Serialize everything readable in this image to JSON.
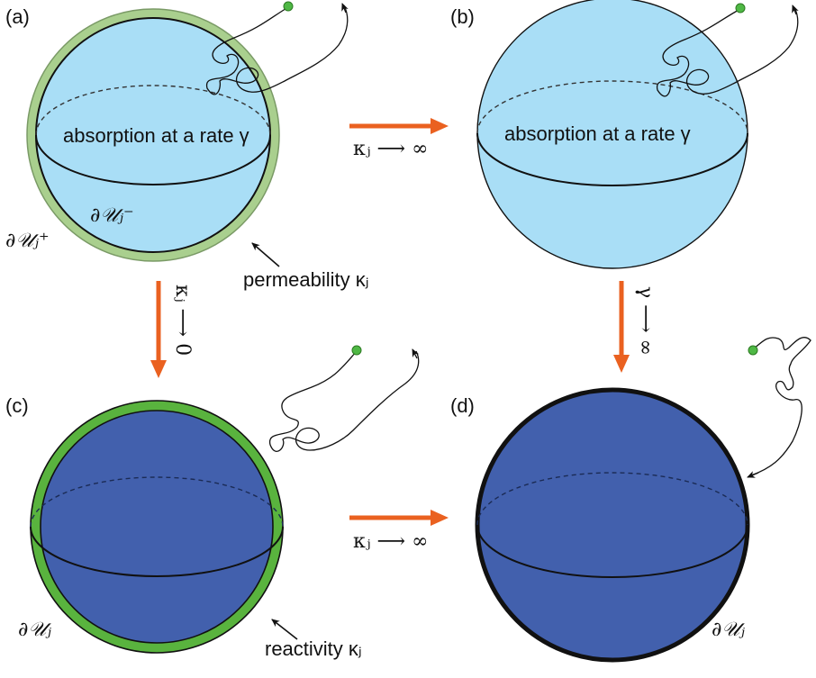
{
  "panels": {
    "a": {
      "tag": "(a)",
      "center_text": "absorption at a rate γ",
      "inner_boundary": "∂𝒰ⱼ⁻",
      "outer_boundary": "∂𝒰ⱼ⁺",
      "shell_label": "permeability κⱼ"
    },
    "b": {
      "tag": "(b)",
      "center_text": "absorption at a rate γ"
    },
    "c": {
      "tag": "(c)",
      "boundary": "∂𝒰ⱼ",
      "shell_label": "reactivity κⱼ"
    },
    "d": {
      "tag": "(d)",
      "boundary": "∂𝒰ⱼ"
    }
  },
  "arrows": {
    "a_to_b": "κⱼ ⟶ ∞",
    "c_to_d": "κⱼ ⟶ ∞",
    "a_to_c": "κⱼ ⟶ 0",
    "b_to_d": "γ ⟶ ∞"
  },
  "colors": {
    "light_blue": "#a9def6",
    "dark_blue": "#4260ad",
    "light_green": "#a9cf8e",
    "bright_green": "#59b33e",
    "orange": "#ea6120",
    "particle": "#4fb845"
  }
}
